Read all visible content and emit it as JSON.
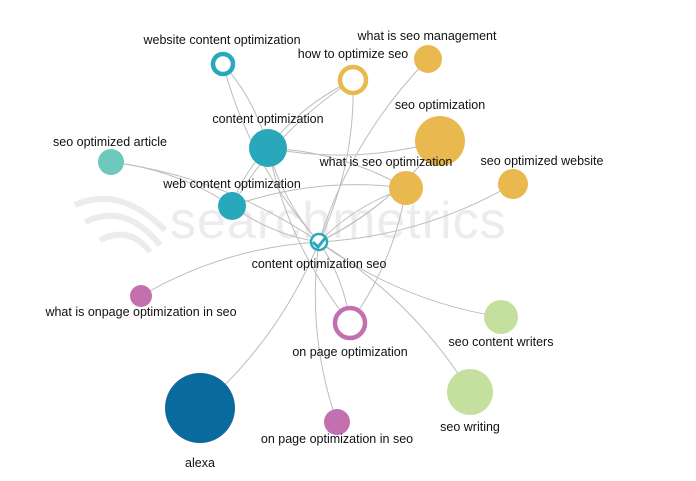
{
  "watermark": "searchmetrics",
  "colors": {
    "teal": "#29a8bc",
    "yellow": "#e9b94f",
    "mint": "#6cc9bc",
    "purple": "#c36fb0",
    "green": "#c5e09e",
    "blue": "#0b6a9d",
    "edge": "#bdbdbd"
  },
  "center": {
    "id": "center",
    "label": "content optimization seo",
    "color": "#29a8bc",
    "style": "ring-check"
  },
  "nodes": [
    {
      "id": "wco",
      "label": "website content optimization",
      "color": "#29a8bc",
      "style": "ring"
    },
    {
      "id": "htos",
      "label": "how to optimize seo",
      "color": "#e9b94f",
      "style": "ring"
    },
    {
      "id": "wism",
      "label": "what is seo management",
      "color": "#e9b94f",
      "style": "filled"
    },
    {
      "id": "so",
      "label": "seo optimization",
      "color": "#e9b94f",
      "style": "filled"
    },
    {
      "id": "co",
      "label": "content optimization",
      "color": "#29a8bc",
      "style": "filled"
    },
    {
      "id": "soa",
      "label": "seo optimized article",
      "color": "#6cc9bc",
      "style": "filled"
    },
    {
      "id": "wiso",
      "label": "what is seo optimization",
      "color": "#e9b94f",
      "style": "filled"
    },
    {
      "id": "sow",
      "label": "seo optimized website",
      "color": "#e9b94f",
      "style": "filled"
    },
    {
      "id": "webco",
      "label": "web content optimization",
      "color": "#29a8bc",
      "style": "filled"
    },
    {
      "id": "wiopo",
      "label": "what is onpage optimization in seo",
      "color": "#c36fb0",
      "style": "filled"
    },
    {
      "id": "opo",
      "label": "on page optimization",
      "color": "#c36fb0",
      "style": "ring"
    },
    {
      "id": "scw",
      "label": "seo content writers",
      "color": "#c5e09e",
      "style": "filled"
    },
    {
      "id": "alexa",
      "label": "alexa",
      "color": "#0b6a9d",
      "style": "filled"
    },
    {
      "id": "opois",
      "label": "on page optimization in seo",
      "color": "#c36fb0",
      "style": "filled"
    },
    {
      "id": "sw",
      "label": "seo writing",
      "color": "#c5e09e",
      "style": "filled"
    }
  ],
  "edges": [
    [
      "center",
      "wco"
    ],
    [
      "center",
      "htos"
    ],
    [
      "center",
      "wism"
    ],
    [
      "center",
      "so"
    ],
    [
      "center",
      "co"
    ],
    [
      "center",
      "soa"
    ],
    [
      "center",
      "wiso"
    ],
    [
      "center",
      "sow"
    ],
    [
      "center",
      "webco"
    ],
    [
      "center",
      "wiopo"
    ],
    [
      "center",
      "opo"
    ],
    [
      "center",
      "scw"
    ],
    [
      "center",
      "alexa"
    ],
    [
      "center",
      "opois"
    ],
    [
      "center",
      "sw"
    ],
    [
      "co",
      "wco"
    ],
    [
      "co",
      "htos"
    ],
    [
      "co",
      "so"
    ],
    [
      "co",
      "wiso"
    ],
    [
      "co",
      "webco"
    ],
    [
      "webco",
      "wiso"
    ],
    [
      "webco",
      "soa"
    ],
    [
      "webco",
      "htos"
    ],
    [
      "opo",
      "wiso"
    ],
    [
      "opo",
      "co"
    ],
    [
      "center",
      "so"
    ]
  ]
}
